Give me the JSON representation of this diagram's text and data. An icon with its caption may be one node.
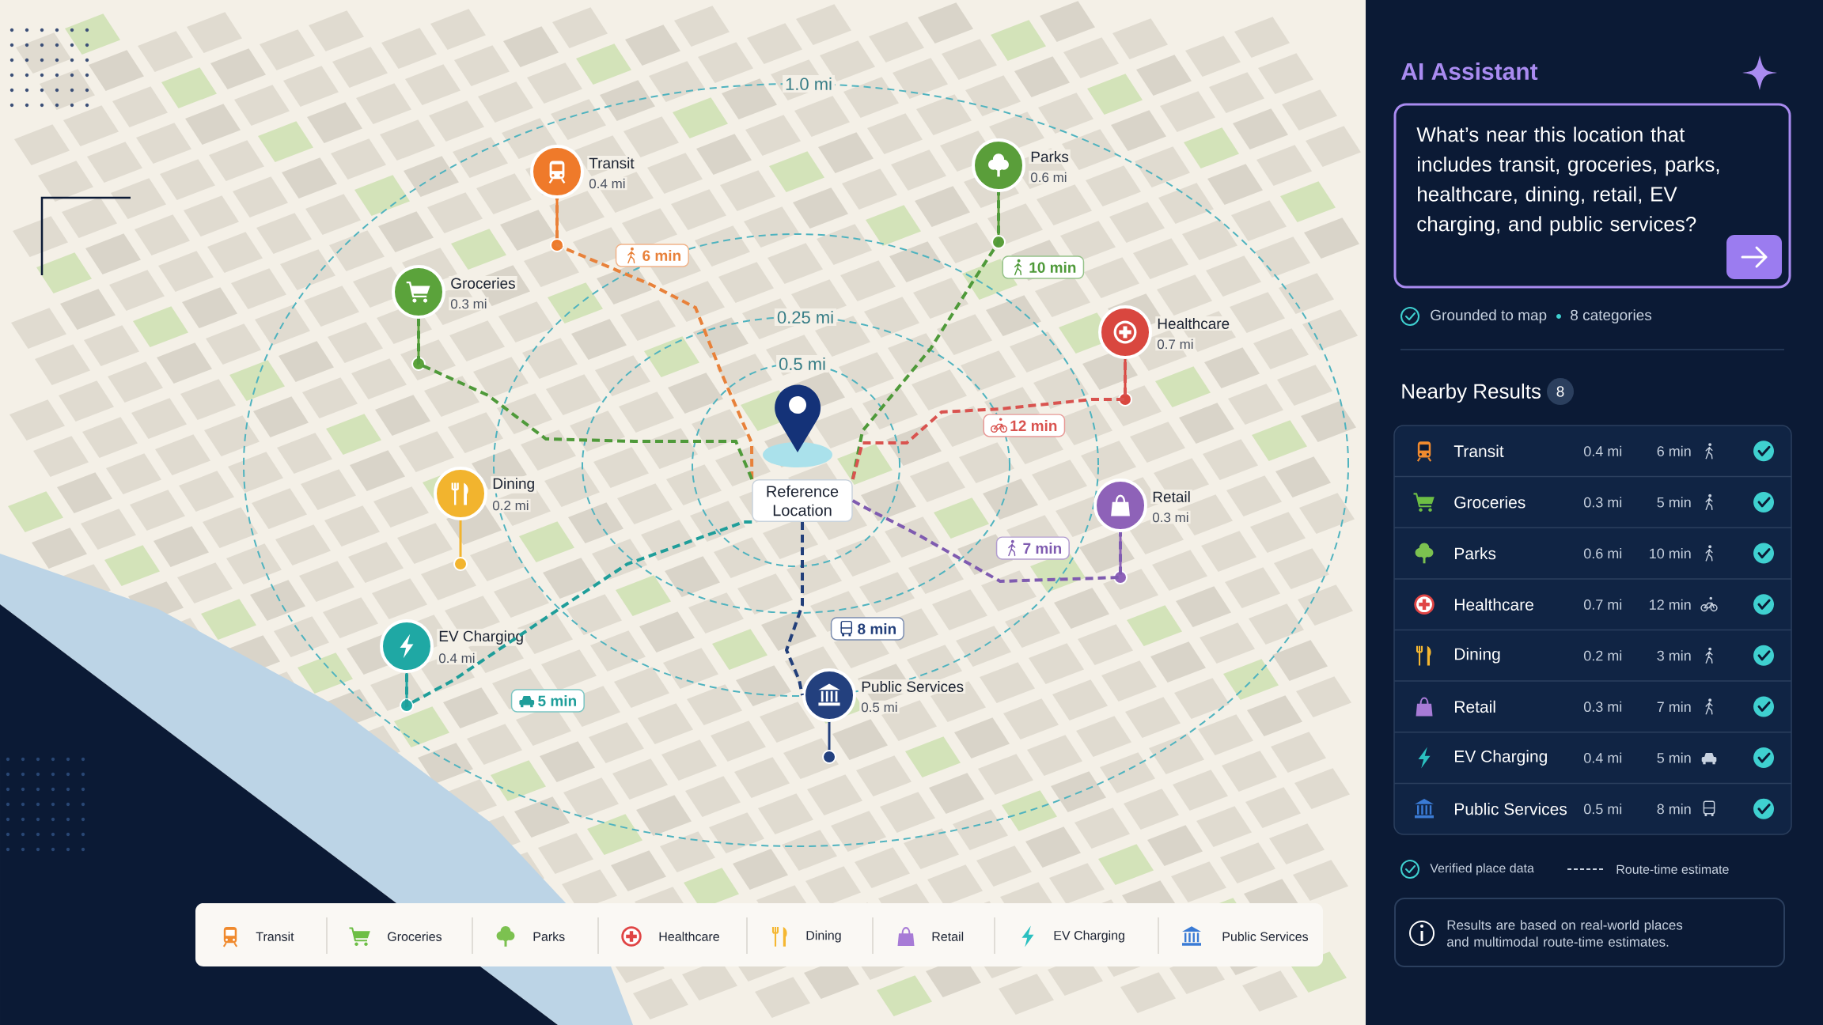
{
  "diagram": {
    "nodes": [
      {
        "text": [
          "Reference Location"
        ]
      },
      {
        "text": [
          "Transit",
          "0.4 mi"
        ]
      },
      {
        "text": [
          "Groceries",
          "0.3 mi"
        ]
      },
      {
        "text": [
          "Parks",
          "0.6 mi"
        ]
      },
      {
        "text": [
          "Healthcare",
          "0.7 mi"
        ]
      },
      {
        "text": [
          "Dining",
          "0.2 mi"
        ]
      },
      {
        "text": [
          "Retail",
          "0.3 mi"
        ]
      },
      {
        "text": [
          "EV Charging",
          "0.4 mi"
        ]
      },
      {
        "text": [
          "Public Services",
          "0.5 mi"
        ]
      },
      {
        "text": [
          "What’s near this location that includes transit, groceries, parks, healthcare, dining, retail, EV charging, and public services?"
        ]
      }
    ],
    "edges": [
      {
        "from": 0,
        "to": 1,
        "arrow": "none",
        "label": "6 min",
        "style": "dashed",
        "color": "#e8813a"
      },
      {
        "from": 0,
        "to": 2,
        "arrow": "none",
        "style": "dashed",
        "color": "#4f9a3a"
      },
      {
        "from": 0,
        "to": 3,
        "arrow": "none",
        "label": "10 min",
        "style": "dashed",
        "color": "#4f9a3a"
      },
      {
        "from": 0,
        "to": 4,
        "arrow": "none",
        "label": "12 min",
        "style": "dashed",
        "color": "#d9534f"
      },
      {
        "from": 0,
        "to": 6,
        "arrow": "none",
        "label": "7 min",
        "style": "dashed",
        "color": "#7f5bb0"
      },
      {
        "from": 0,
        "to": 7,
        "arrow": "none",
        "label": "5 min",
        "style": "dashed",
        "color": "#1f9e9a"
      },
      {
        "from": 0,
        "to": 8,
        "arrow": "none",
        "label": "8 min",
        "style": "dashed",
        "color": "#223f7a"
      }
    ],
    "labels": [
      "1.0 mi",
      "0.25 mi",
      "0.5 mi",
      "AI Assistant",
      "Grounded to map",
      "8 categories",
      "Nearby Results",
      "8",
      "Transit",
      "0.4 mi",
      "6 min",
      "Groceries",
      "0.3 mi",
      "5 min",
      "Parks",
      "0.6 mi",
      "10 min",
      "Healthcare",
      "0.7 mi",
      "12 min",
      "Dining",
      "0.2 mi",
      "3 min",
      "Retail",
      "0.3 mi",
      "7 min",
      "EV Charging",
      "0.4 mi",
      "5 min",
      "Public Services",
      "0.5 mi",
      "8 min",
      "Verified place data",
      "Route-time estimate",
      "Results are based on real-world places and multimodal route-time estimates."
    ],
    "legend": [
      {
        "text": "Transit"
      },
      {
        "text": "Groceries"
      },
      {
        "text": "Parks"
      },
      {
        "text": "Healthcare"
      },
      {
        "text": "Dining"
      },
      {
        "text": "Retail"
      },
      {
        "text": "EV Charging"
      },
      {
        "text": "Public Services"
      }
    ]
  }
}
